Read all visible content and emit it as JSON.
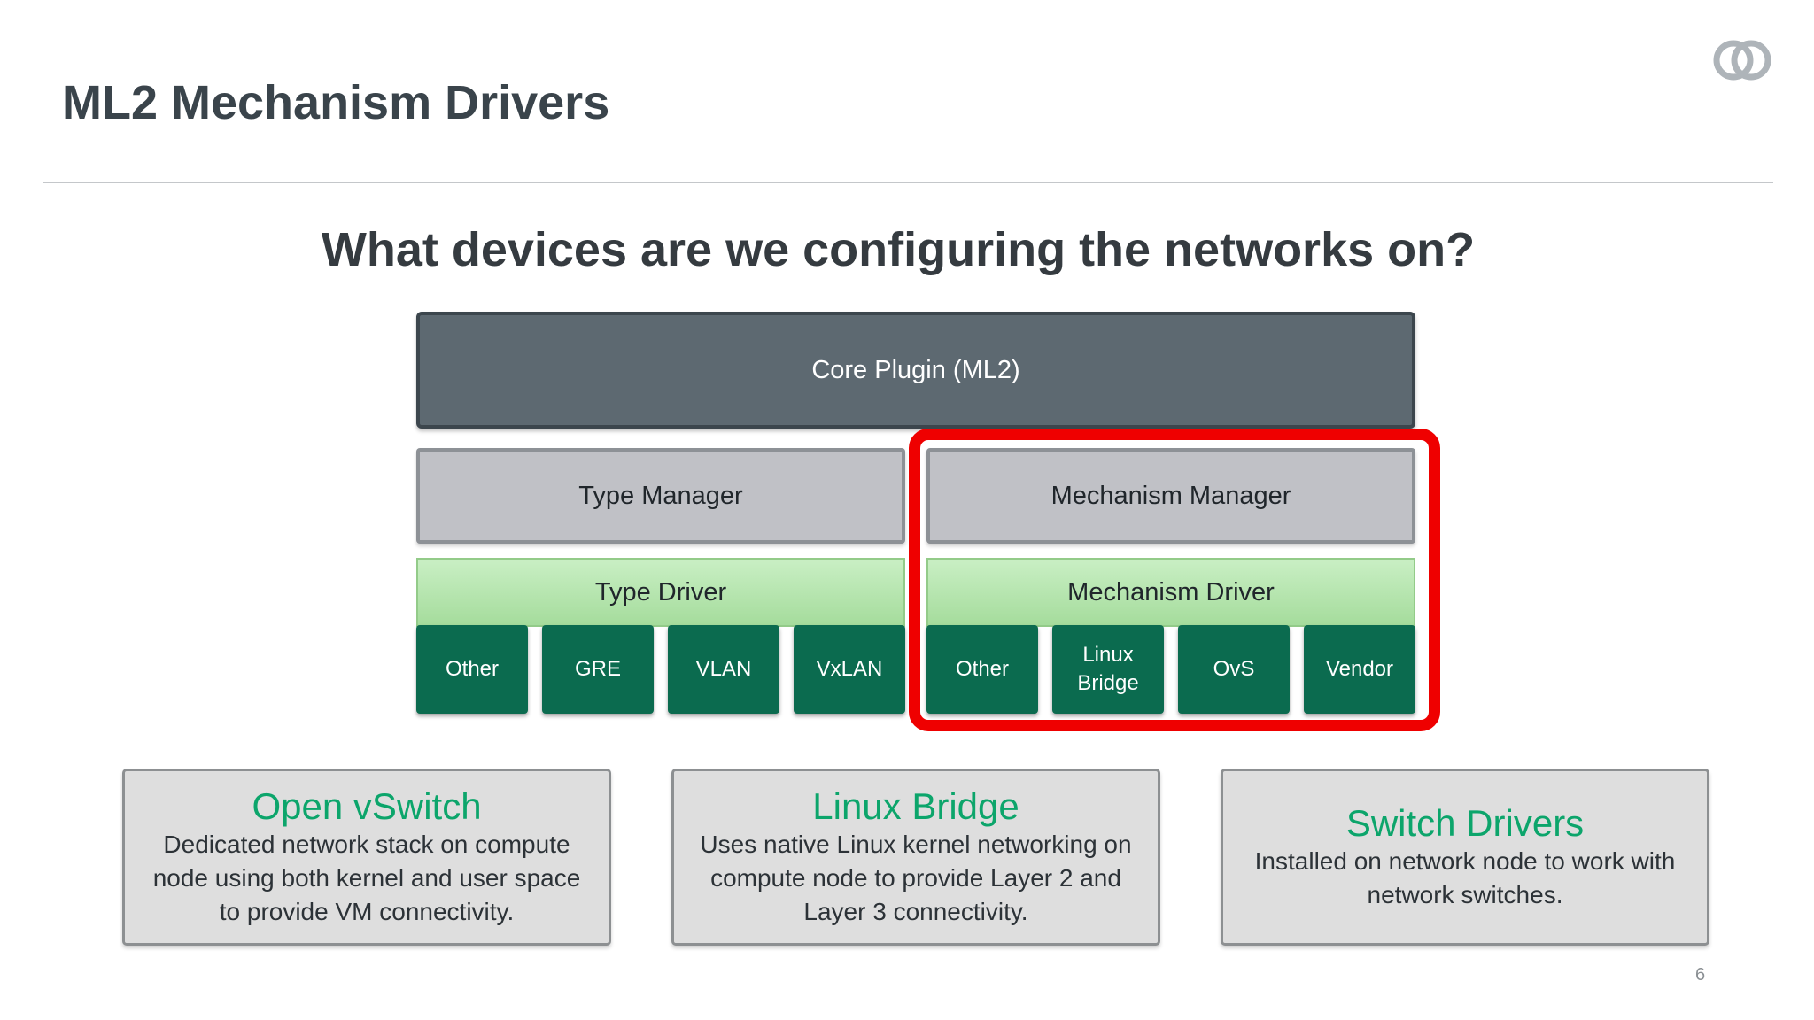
{
  "header": {
    "title": "ML2 Mechanism Drivers",
    "logo_icon": "interlocking-rings-logo-icon"
  },
  "subtitle": "What devices are we configuring the networks on?",
  "diagram": {
    "core_plugin": "Core Plugin (ML2)",
    "type_manager": "Type Manager",
    "mechanism_manager": "Mechanism Manager",
    "type_driver": "Type Driver",
    "mechanism_driver": "Mechanism Driver",
    "type_drivers": [
      "Other",
      "GRE",
      "VLAN",
      "VxLAN"
    ],
    "mechanism_drivers": [
      "Other",
      "Linux\nBridge",
      "OvS",
      "Vendor"
    ],
    "highlight_color": "#ef0000",
    "driver_color": "#0b6b4f"
  },
  "cards": [
    {
      "title": "Open vSwitch",
      "body": "Dedicated network stack on compute node using both kernel and user space to provide VM connectivity."
    },
    {
      "title": "Linux Bridge",
      "body": "Uses native Linux kernel networking on compute node to provide Layer 2 and Layer 3 connectivity."
    },
    {
      "title": "Switch Drivers",
      "body": "Installed on network node to work with network switches."
    }
  ],
  "footer": {
    "page_number": "6"
  }
}
